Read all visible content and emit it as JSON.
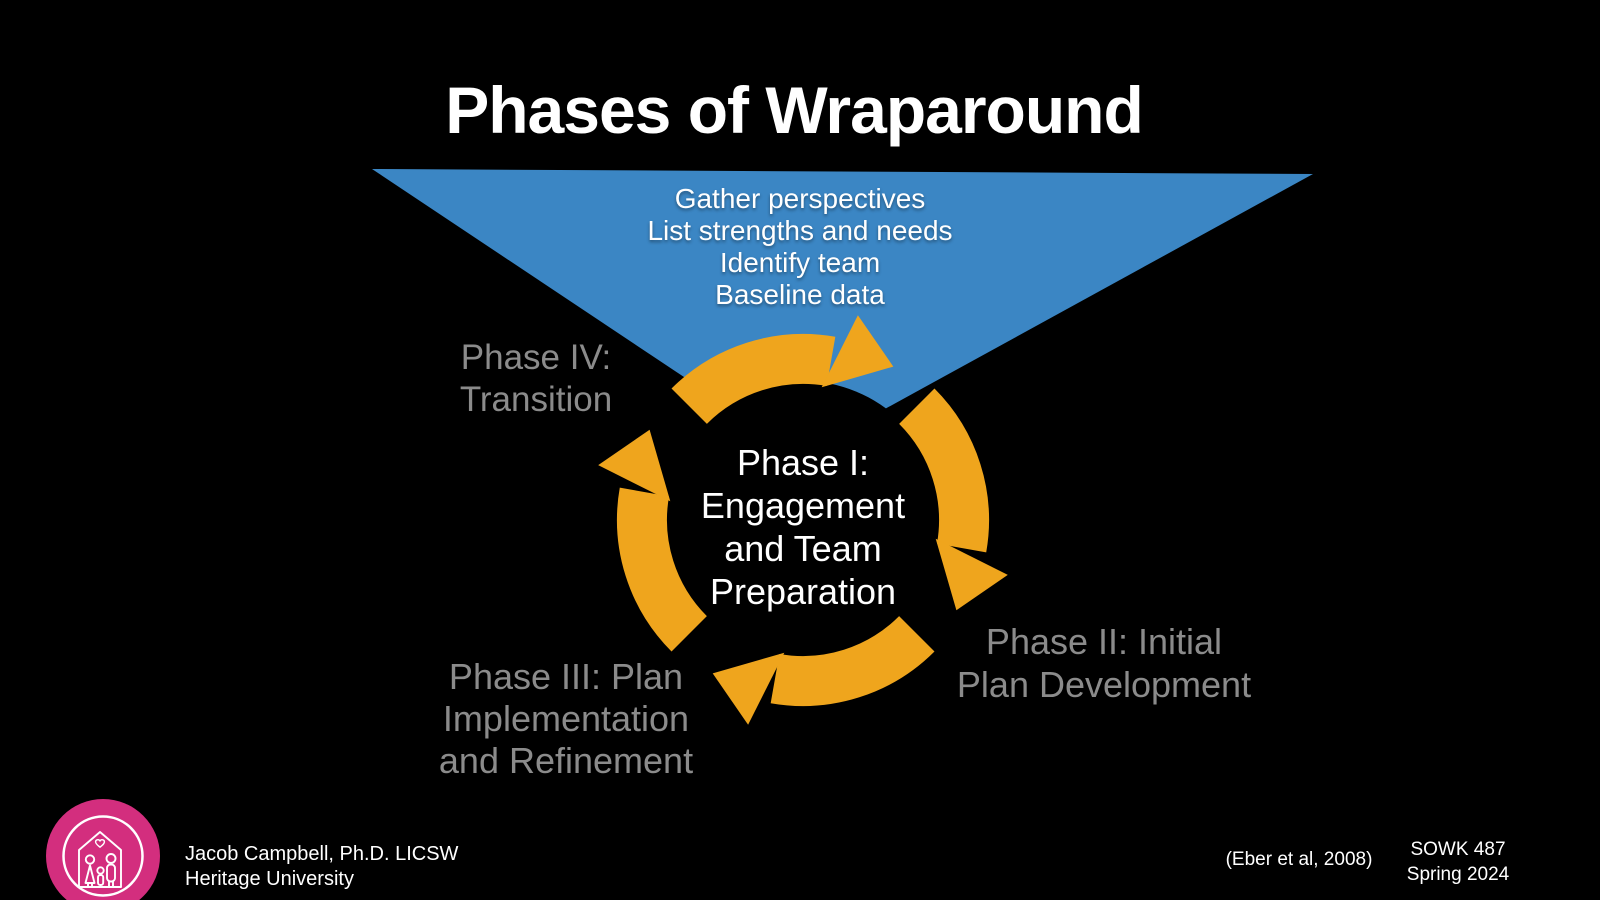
{
  "title": "Phases of Wraparound",
  "funnel": {
    "items": [
      "Gather perspectives",
      "List strengths and needs",
      "Identify team",
      "Baseline data"
    ]
  },
  "phases": {
    "phase1": {
      "lines": [
        "Phase I:",
        "Engagement",
        "and Team",
        "Preparation"
      ]
    },
    "phase2": {
      "lines": [
        "Phase II: Initial",
        "Plan Development"
      ]
    },
    "phase3": {
      "lines": [
        "Phase III: Plan",
        "Implementation",
        "and Refinement"
      ]
    },
    "phase4": {
      "lines": [
        "Phase IV:",
        "Transition"
      ]
    }
  },
  "footer": {
    "author": "Jacob Campbell, Ph.D. LICSW",
    "institution": "Heritage University",
    "citation": "(Eber et al, 2008)",
    "course": "SOWK 487",
    "term": "Spring 2024"
  },
  "icons": {
    "logo": "family-house-logo",
    "cycle": "circular-arrows-cycle",
    "funnel_shape": "inverted-triangle-funnel"
  },
  "colors": {
    "background": "#000000",
    "funnel_blue": "#3B86C4",
    "cycle_orange": "#EFA51D",
    "label_gray": "#8B8B8B",
    "text_white": "#FFFFFF",
    "logo_pink": "#D32E7E"
  }
}
